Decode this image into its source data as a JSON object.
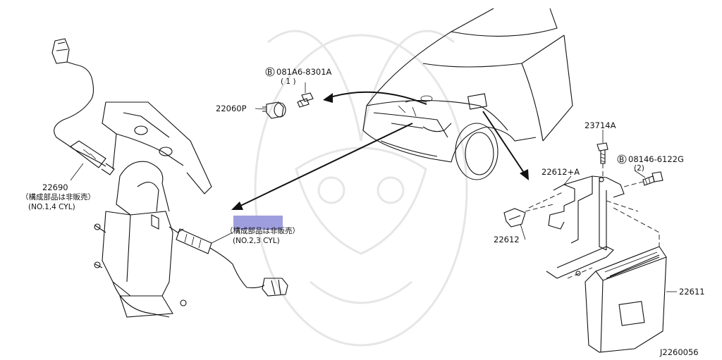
{
  "diagram_id": "J2260056",
  "parts": {
    "sensor_front": {
      "number": "22690",
      "note": "（構成部品は非販売）",
      "spec": "(NO.1,4 CYL)"
    },
    "sensor_rear": {
      "note": "（構成部品は非販売）",
      "spec": "(NO.2,3 CYL)"
    },
    "knock_sensor": {
      "number": "22060P"
    },
    "bolt_knock": {
      "circle": "B",
      "number": "081A6-8301A",
      "qty": "( 1 )"
    },
    "bolt_bracket_top": {
      "number": "23714A"
    },
    "bolt_bracket_side": {
      "circle": "B",
      "number": "08146-6122G",
      "qty": "(2)"
    },
    "bracket": {
      "number": "22612+A"
    },
    "clip": {
      "number": "22612"
    },
    "ecm": {
      "number": "22611"
    }
  },
  "highlight_color": "#9999dd"
}
